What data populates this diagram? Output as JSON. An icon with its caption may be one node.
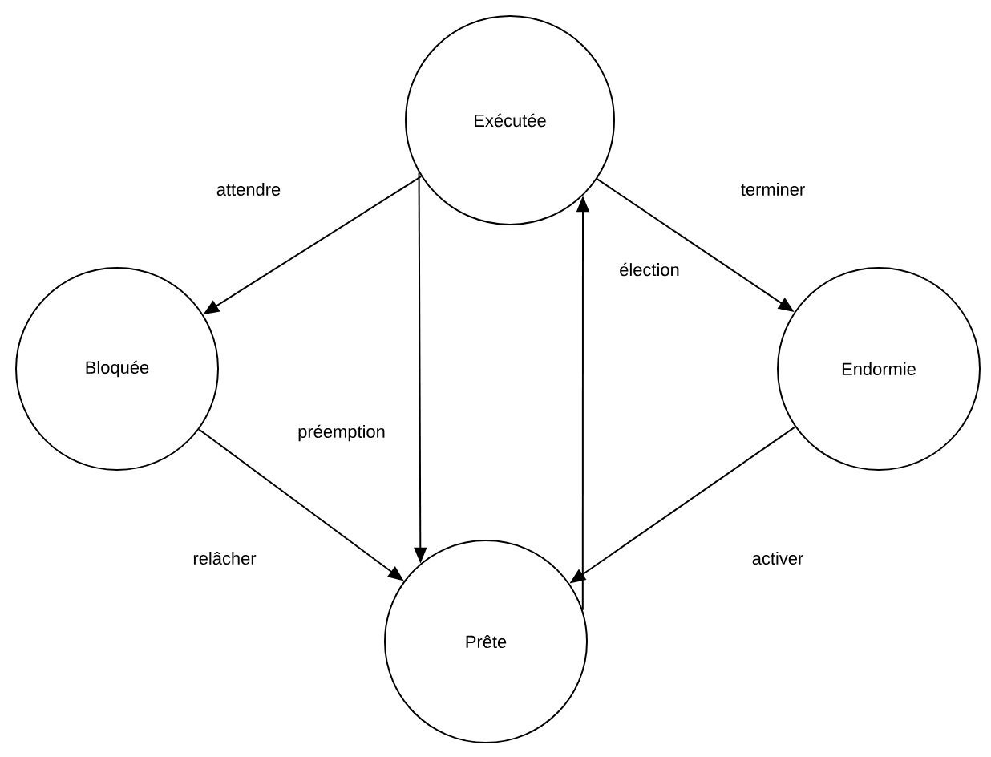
{
  "diagram": {
    "nodes": [
      {
        "text": [
          "Exécutée"
        ]
      },
      {
        "text": [
          "Bloquée"
        ]
      },
      {
        "text": [
          "Endormie"
        ]
      },
      {
        "text": [
          "Prête"
        ]
      }
    ],
    "edges": [
      {
        "from": 0,
        "to": 1,
        "arrow": "to",
        "label": "attendre"
      },
      {
        "from": 0,
        "to": 2,
        "arrow": "to",
        "label": "terminer"
      },
      {
        "from": 0,
        "to": 3,
        "arrow": "to",
        "label": "préemption"
      },
      {
        "from": 3,
        "to": 0,
        "arrow": "to",
        "label": "élection"
      },
      {
        "from": 1,
        "to": 3,
        "arrow": "to",
        "label": "relâcher"
      },
      {
        "from": 2,
        "to": 3,
        "arrow": "to",
        "label": "activer"
      }
    ]
  }
}
